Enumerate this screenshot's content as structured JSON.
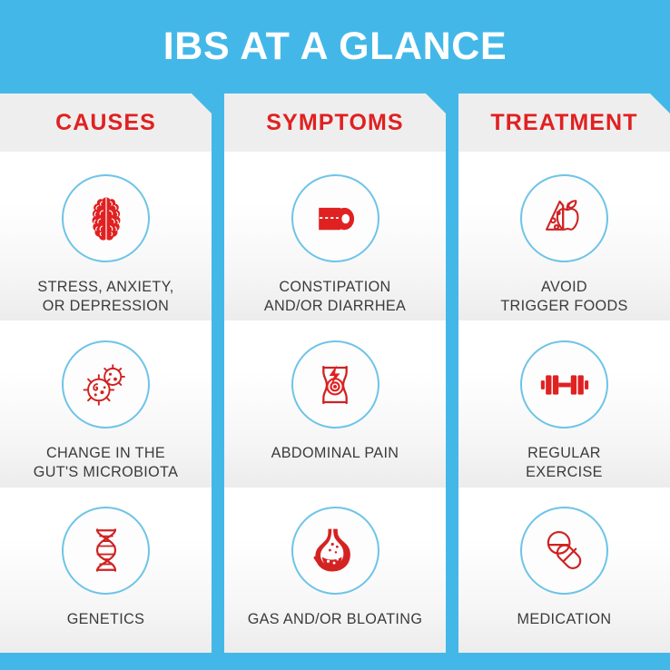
{
  "header": {
    "title": "IBS AT A GLANCE"
  },
  "colors": {
    "background_blue": "#43b8e8",
    "accent_red": "#e02121",
    "circle_stroke_blue": "#6ec4e8",
    "header_band_gray": "#efeeee",
    "label_text": "#3b3b3b",
    "title_text": "#ffffff"
  },
  "columns": [
    {
      "id": "causes",
      "heading": "CAUSES",
      "cells": [
        {
          "icon": "brain-icon",
          "label": "STRESS, ANXIETY,\nOR DEPRESSION"
        },
        {
          "icon": "bacteria-icon",
          "label": "CHANGE IN THE\nGUT'S MICROBIOTA"
        },
        {
          "icon": "dna-icon",
          "label": "GENETICS"
        }
      ]
    },
    {
      "id": "symptoms",
      "heading": "SYMPTOMS",
      "cells": [
        {
          "icon": "toilet-paper-icon",
          "label": "CONSTIPATION\nAND/OR DIARRHEA"
        },
        {
          "icon": "abdominal-pain-icon",
          "label": "ABDOMINAL PAIN"
        },
        {
          "icon": "stomach-bloating-icon",
          "label": "GAS AND/OR BLOATING"
        }
      ]
    },
    {
      "id": "treatment",
      "heading": "TREATMENT",
      "cells": [
        {
          "icon": "cheese-apple-icon",
          "label": "AVOID\nTRIGGER FOODS"
        },
        {
          "icon": "dumbbell-icon",
          "label": "REGULAR\nEXERCISE"
        },
        {
          "icon": "pill-capsule-icon",
          "label": "MEDICATION"
        }
      ]
    }
  ]
}
